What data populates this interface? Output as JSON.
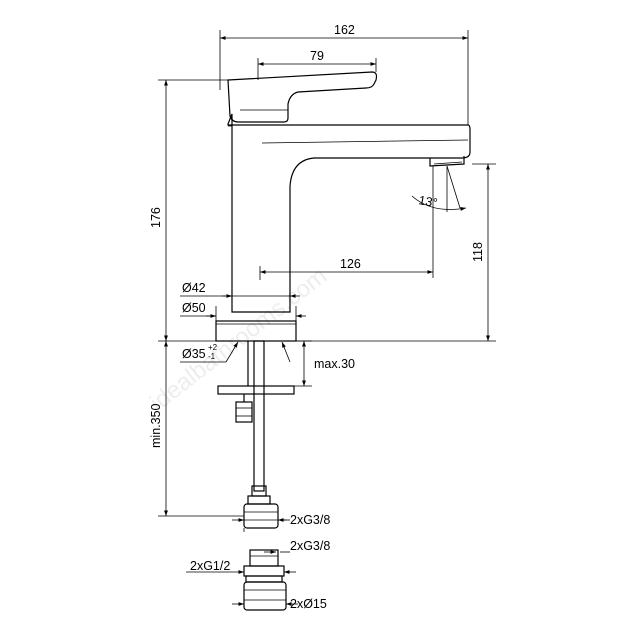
{
  "watermark": "idealbathrooms.com",
  "dimensions": {
    "overall_width": "162",
    "handle_width": "79",
    "total_height": "176",
    "spout_reach": "126",
    "spout_height": "118",
    "angle": "13°",
    "body_dia": "Ø42",
    "base_dia": "Ø50",
    "hole_dia": "Ø35",
    "hole_tol_upper": "+2",
    "hole_tol_lower": "-1",
    "max_thickness": "max.30",
    "hose_length": "min.350",
    "hose_thread": "2xG3/8",
    "adapter_upper": "2xG3/8",
    "adapter_lower": "2xG1/2",
    "pipe_dia": "2xØ15"
  }
}
